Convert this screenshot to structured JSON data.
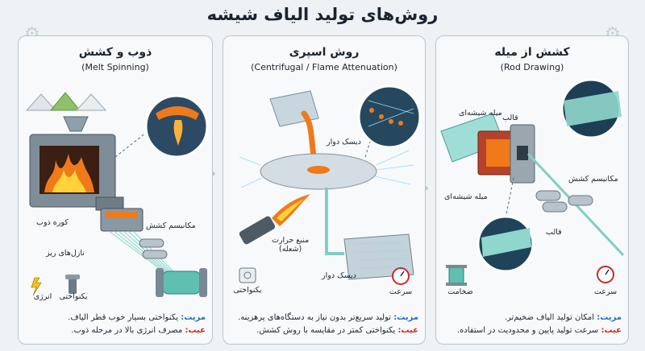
{
  "title": "روش‌های تولید الیاف شیشه",
  "colors": {
    "accent_blue": "#1f6fc2",
    "con_red": "#c92a2a",
    "panel_border": "#b9c6cf",
    "flame_orange": "#f07a1a"
  },
  "panels": [
    {
      "title": "ذوب و کشش",
      "subtitle": "(Melt Spinning)",
      "labels": {
        "furnace": "کوره ذوب",
        "nozzles": "نازل‌های ریز",
        "drawing": "مکانیسم کشش"
      },
      "icons": [
        {
          "name": "energy",
          "caption": "انرژی"
        },
        {
          "name": "uniformity",
          "caption": "یکنواختی"
        }
      ],
      "pro_key": "مزیت:",
      "pro_text": "یکنواختی بسیار خوب قطر الیاف.",
      "con_key": "عیب:",
      "con_text": "مصرف انرژی بالا در مرحله ذوب."
    },
    {
      "title": "روش اسپری",
      "subtitle": "(Centrifugal / Flame Attenuation)",
      "labels": {
        "disk_top": "دیسک دوار",
        "heat": "منبع حرارت\n(شعله)",
        "disk_bottom": "دیسک دوار"
      },
      "icons": [
        {
          "name": "uniformity",
          "caption": "یکنواختی"
        },
        {
          "name": "speed",
          "caption": "سرعت"
        }
      ],
      "pro_key": "مزیت:",
      "pro_text": "تولید سریع‌تر بدون نیاز به دستگاه‌های پرهزینه.",
      "con_key": "عیب:",
      "con_text": "یکنواختی کمتر در مقایسه با روش کشش."
    },
    {
      "title": "کشش از میله",
      "subtitle": "(Rod Drawing)",
      "labels": {
        "rod_top": "میله شیشه‌ای",
        "mold_top": "قالب",
        "rod_bottom": "میله شیشه‌ای",
        "drawing": "مکانیسم کشش",
        "mold_bottom": "قالب"
      },
      "icons": [
        {
          "name": "thickness",
          "caption": "ضخامت"
        },
        {
          "name": "speed",
          "caption": "سرعت"
        }
      ],
      "pro_key": "مزیت:",
      "pro_text": "امکان تولید الیاف ضخیم‌تر.",
      "con_key": "عیب:",
      "con_text": "سرعت تولید پایین و محدودیت در استفاده."
    }
  ]
}
